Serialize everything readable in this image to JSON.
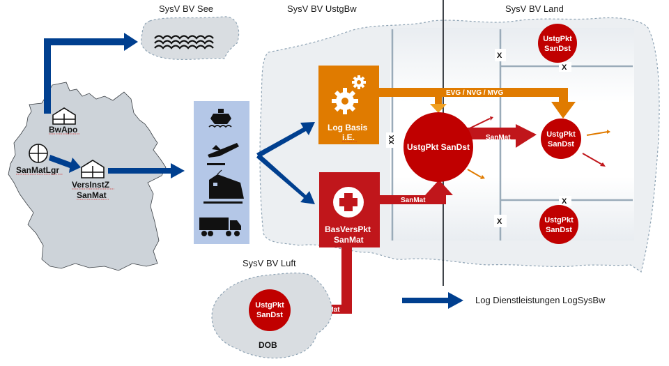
{
  "regions": {
    "see": "SysV BV See",
    "ustgbw": "SysV BV UstgBw",
    "land": "SysV BV Land",
    "luft": "SysV BV Luft"
  },
  "nodes": {
    "bwapo": "BwApo",
    "sanmatlgr": "SanMatLgr",
    "versinstz_1": "VersInstZ",
    "versinstz_2": "SanMat",
    "log_basis_1": "Log Basis",
    "log_basis_2": "i.E.",
    "basverspkt_1": "BasVersPkt",
    "basverspkt_2": "SanMat",
    "ustgpkt_main": "UstgPkt SanDst",
    "ustgpkt_1": "UstgPkt",
    "ustgpkt_2": "SanDst",
    "dob": "DOB"
  },
  "flows": {
    "evg": "EVG / NVG / MVG",
    "sanmat": "SanMat"
  },
  "markers": {
    "xx": "XX",
    "x": "X"
  },
  "legend": {
    "log_dienst": "Log Dienstleistungen LogSysBw"
  },
  "transport_icons": [
    "ship-icon",
    "plane-icon",
    "train-icon",
    "truck-icon"
  ],
  "colors": {
    "blue_arrow": "#003f8f",
    "orange": "#e07b00",
    "red": "#c0161b",
    "red_circle": "#c00000",
    "transport_panel": "#b4c7e7"
  }
}
